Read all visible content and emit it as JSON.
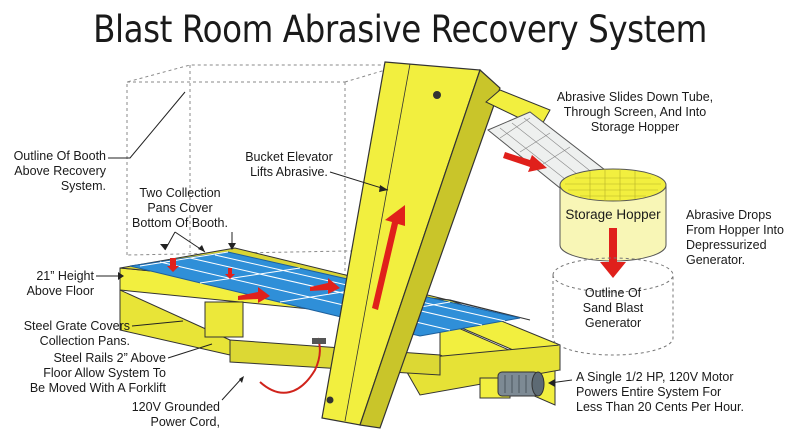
{
  "title": "Blast Room Abrasive Recovery System",
  "labels": {
    "booth_outline": [
      "Outline Of Booth",
      "Above Recovery",
      "System."
    ],
    "collection_pans": [
      "Two Collection",
      "Pans Cover",
      "Bottom Of Booth."
    ],
    "bucket_elevator": [
      "Bucket Elevator",
      "Lifts Abrasive."
    ],
    "abrasive_slides": [
      "Abrasive Slides Down Tube,",
      "Through Screen, And Into",
      "Storage Hopper"
    ],
    "storage_hopper": "Storage Hopper",
    "abrasive_drops": [
      "Abrasive Drops",
      "From Hopper Into",
      "Depressurized",
      "Generator."
    ],
    "sandblast_generator": [
      "Outline Of",
      "Sand Blast",
      "Generator"
    ],
    "height": [
      "21” Height",
      "Above Floor"
    ],
    "steel_grate": [
      "Steel Grate Covers",
      "Collection Pans."
    ],
    "steel_rails": [
      "Steel Rails 2” Above",
      "Floor Allow System To",
      "Be Moved With A Forklift"
    ],
    "power_cord": [
      "120V Grounded",
      "Power Cord,"
    ],
    "motor": [
      "A Single 1/2 HP, 120V Motor",
      "Powers Entire System For",
      "Less Than 20 Cents Per Hour."
    ]
  },
  "colors": {
    "frame_yellow": "#f2ef3f",
    "frame_shadow": "#c9c52a",
    "grate_blue": "#2f8fd8",
    "grate_dark": "#1d5f9c",
    "arrow_red": "#e0201b",
    "hopper_fill": "#f8f6b6",
    "motor_gray": "#7d8a94"
  }
}
